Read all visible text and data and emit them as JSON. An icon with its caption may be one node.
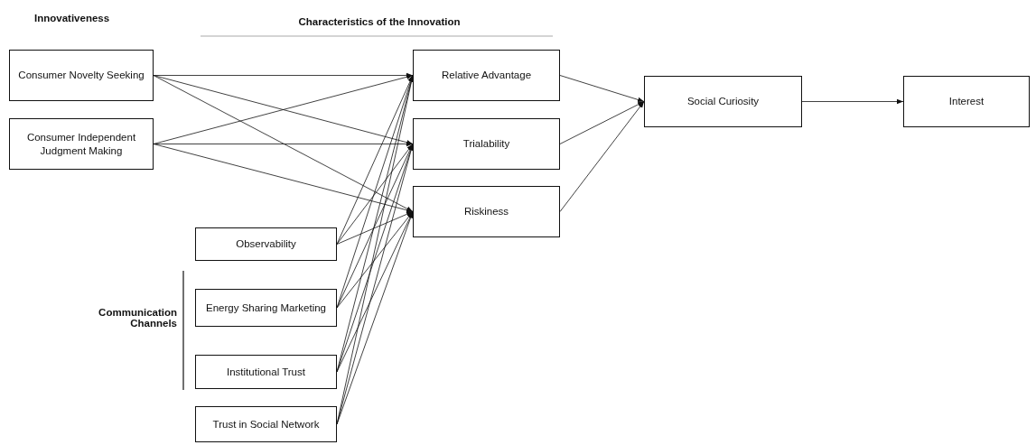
{
  "diagram": {
    "nodes": [
      {
        "text": [
          "Consumer Novelty Seeking"
        ]
      },
      {
        "text": [
          "Consumer Independent Judgment Making"
        ]
      },
      {
        "text": [
          "Relative Advantage"
        ]
      },
      {
        "text": [
          "Trialability"
        ]
      },
      {
        "text": [
          "Riskiness"
        ]
      },
      {
        "text": [
          "Social Curiosity"
        ]
      },
      {
        "text": [
          "Interest"
        ]
      },
      {
        "text": [
          "Observability"
        ]
      },
      {
        "text": [
          "Energy Sharing Marketing"
        ]
      },
      {
        "text": [
          "Institutional Trust"
        ]
      },
      {
        "text": [
          "Trust in Social Network"
        ]
      }
    ],
    "edges": [
      {
        "from": 0,
        "to": 2,
        "arrow": "to"
      },
      {
        "from": 0,
        "to": 3,
        "arrow": "to"
      },
      {
        "from": 0,
        "to": 4,
        "arrow": "to"
      },
      {
        "from": 1,
        "to": 2,
        "arrow": "to"
      },
      {
        "from": 1,
        "to": 3,
        "arrow": "to"
      },
      {
        "from": 1,
        "to": 4,
        "arrow": "to"
      },
      {
        "from": 7,
        "to": 2,
        "arrow": "to"
      },
      {
        "from": 7,
        "to": 3,
        "arrow": "to"
      },
      {
        "from": 7,
        "to": 4,
        "arrow": "to"
      },
      {
        "from": 8,
        "to": 2,
        "arrow": "to"
      },
      {
        "from": 8,
        "to": 3,
        "arrow": "to"
      },
      {
        "from": 8,
        "to": 4,
        "arrow": "to"
      },
      {
        "from": 9,
        "to": 2,
        "arrow": "to"
      },
      {
        "from": 9,
        "to": 3,
        "arrow": "to"
      },
      {
        "from": 9,
        "to": 4,
        "arrow": "to"
      },
      {
        "from": 10,
        "to": 2,
        "arrow": "to"
      },
      {
        "from": 10,
        "to": 3,
        "arrow": "to"
      },
      {
        "from": 10,
        "to": 4,
        "arrow": "to"
      },
      {
        "from": 2,
        "to": 5,
        "arrow": "to"
      },
      {
        "from": 3,
        "to": 5,
        "arrow": "to"
      },
      {
        "from": 4,
        "to": 5,
        "arrow": "to"
      },
      {
        "from": 5,
        "to": 6,
        "arrow": "to"
      }
    ],
    "labels": [
      "Innovativeness",
      "Characteristics of the Innovation",
      "Communication Channels"
    ]
  }
}
